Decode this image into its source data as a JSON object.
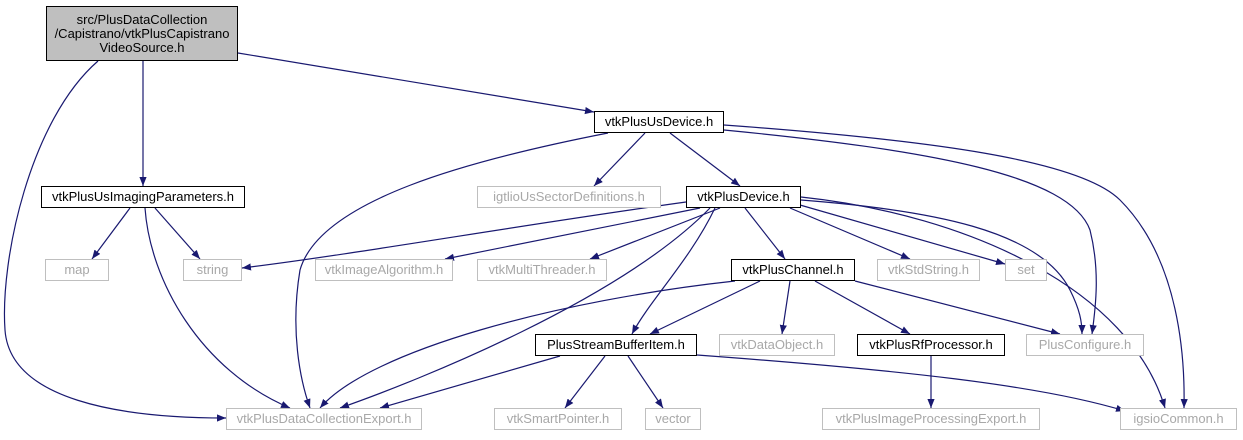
{
  "colors": {
    "edge": "#191970",
    "root_fill": "#bfbfbf",
    "ext_border": "#bfbfbf",
    "ext_text": "#a8a8a8"
  },
  "nodes": {
    "root": {
      "line1": "src/PlusDataCollection",
      "line2": "/Capistrano/vtkPlusCapistrano",
      "line3": "VideoSource.h"
    },
    "vtkPlusUsDevice": "vtkPlusUsDevice.h",
    "vtkPlusUsImagingParameters": "vtkPlusUsImagingParameters.h",
    "igtlioUsSectorDefinitions": "igtlioUsSectorDefinitions.h",
    "vtkPlusDevice": "vtkPlusDevice.h",
    "map": "map",
    "string": "string",
    "vtkImageAlgorithm": "vtkImageAlgorithm.h",
    "vtkMultiThreader": "vtkMultiThreader.h",
    "vtkPlusChannel": "vtkPlusChannel.h",
    "vtkStdString": "vtkStdString.h",
    "set": "set",
    "PlusStreamBufferItem": "PlusStreamBufferItem.h",
    "vtkDataObject": "vtkDataObject.h",
    "vtkPlusRfProcessor": "vtkPlusRfProcessor.h",
    "PlusConfigure": "PlusConfigure.h",
    "vtkPlusDataCollectionExport": "vtkPlusDataCollectionExport.h",
    "vtkSmartPointer": "vtkSmartPointer.h",
    "vector": "vector",
    "vtkPlusImageProcessingExport": "vtkPlusImageProcessingExport.h",
    "igsioCommon": "igsioCommon.h"
  }
}
